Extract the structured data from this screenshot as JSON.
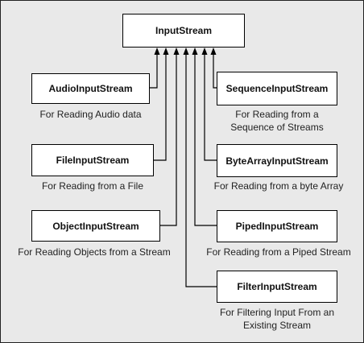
{
  "root": {
    "label": "InputStream"
  },
  "classes": [
    {
      "id": "audio",
      "label": "AudioInputStream",
      "caption": [
        "For Reading Audio data"
      ]
    },
    {
      "id": "file",
      "label": "FileInputStream",
      "caption": [
        "For Reading from a File"
      ]
    },
    {
      "id": "object",
      "label": "ObjectInputStream",
      "caption": [
        "For Reading Objects from a Stream"
      ]
    },
    {
      "id": "sequence",
      "label": "SequenceInputStream",
      "caption": [
        "For Reading from a",
        "Sequence of Streams"
      ]
    },
    {
      "id": "bytearray",
      "label": "ByteArrayInputStream",
      "caption": [
        "For Reading from a byte Array"
      ]
    },
    {
      "id": "piped",
      "label": "PipedInputStream",
      "caption": [
        "For Reading from a Piped Stream"
      ]
    },
    {
      "id": "filter",
      "label": "FilterInputStream",
      "caption": [
        "For Filtering Input From an",
        "Existing Stream"
      ]
    }
  ]
}
